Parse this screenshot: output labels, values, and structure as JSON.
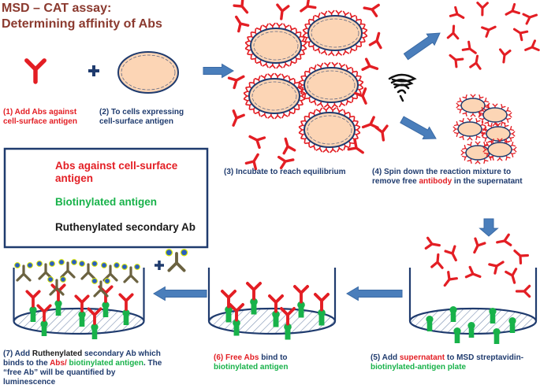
{
  "title": {
    "line1": "MSD – CAT assay:",
    "line2": "Determining affinity of Abs"
  },
  "steps": {
    "s1": {
      "line1": "(1) Add Abs against",
      "line2": "cell-surface antigen"
    },
    "s2": {
      "line1": "(2) To cells expressing",
      "line2": "cell-surface antigen"
    },
    "s3": {
      "text": "(3) Incubate to reach equilibrium"
    },
    "s4": {
      "line1": "(4) Spin down the reaction mixture to",
      "pre": "remove free ",
      "red": "antibody",
      "post": " in the supernatant"
    },
    "s5": {
      "pre": "(5) Add ",
      "red": "supernatant",
      "post": " to MSD streptavidin-",
      "line2": "biotinylated-antigen  plate"
    },
    "s6": {
      "red": "(6) Free Abs",
      "post": " bind to",
      "line2": "biotinylated antigen"
    },
    "s7": {
      "pre": "(7) Add ",
      "dark": "Ruthenylated",
      "mid": " secondary Ab which",
      "line2a": "binds to the ",
      "red": "Abs/",
      "green": " biotinylated antigen",
      "line2b": ".  The",
      "line3": "“free Ab” will be quantified by",
      "line4": "luminescence"
    }
  },
  "legend": {
    "ab": {
      "line1": "Abs against cell-surface",
      "line2": "antigen"
    },
    "biotin": "Biotinylated antigen",
    "ruth": "Ruthenylated  secondary Ab"
  },
  "colors": {
    "antibody": "#e31e24",
    "antigen": "#18b24a",
    "secondary": "#6b6240",
    "ruthenium": "#2a5fbf",
    "cell_fill": "#fcd5b5",
    "cell_stroke": "#1f3b6e",
    "arrow": "#4a7ebb",
    "navy": "#1f3b6e",
    "title": "#8b3a2f"
  },
  "icons": [
    "antibody-icon",
    "plus-icon",
    "cell-icon",
    "arrow-icon",
    "vortex-icon",
    "well-plate-icon",
    "biotinylated-antigen-icon",
    "secondary-antibody-icon"
  ]
}
